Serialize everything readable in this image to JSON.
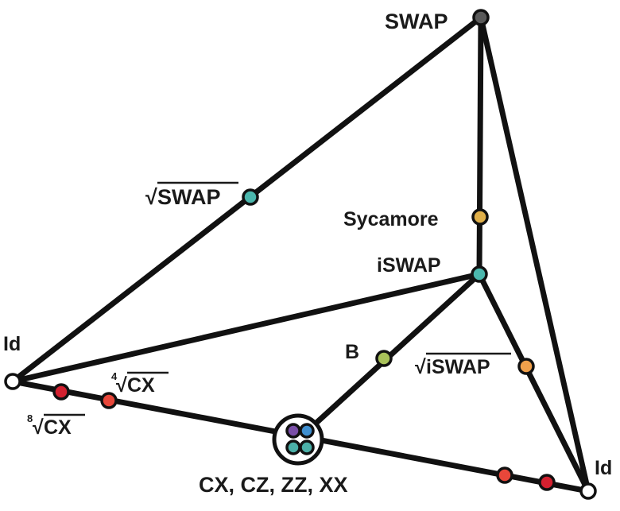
{
  "labels": {
    "swap": "SWAP",
    "sqrt_swap": "SWAP",
    "sycamore": "Sycamore",
    "iswap": "iSWAP",
    "b": "B",
    "sqrt_iswap": "iSWAP",
    "id_left": "Id",
    "id_right": "Id",
    "root4_cx": "CX",
    "root4_index": "4",
    "root8_cx": "CX",
    "root8_index": "8",
    "cnot_class": "CX, CZ, ZZ, XX",
    "radical": "√"
  },
  "colors": {
    "edge": "#111111",
    "swap_node": "#5a5a5a",
    "identity_node": "#ffffff",
    "teal": "#4bb7ad",
    "sycamore": "#e0b04a",
    "b_node": "#a9c25a",
    "orange": "#f0a04b",
    "red_dark": "#d3202f",
    "red_light": "#e8473a",
    "purple": "#7a4fa8",
    "blue": "#3f8fd0",
    "teal_cluster": "#4bb0a8"
  }
}
